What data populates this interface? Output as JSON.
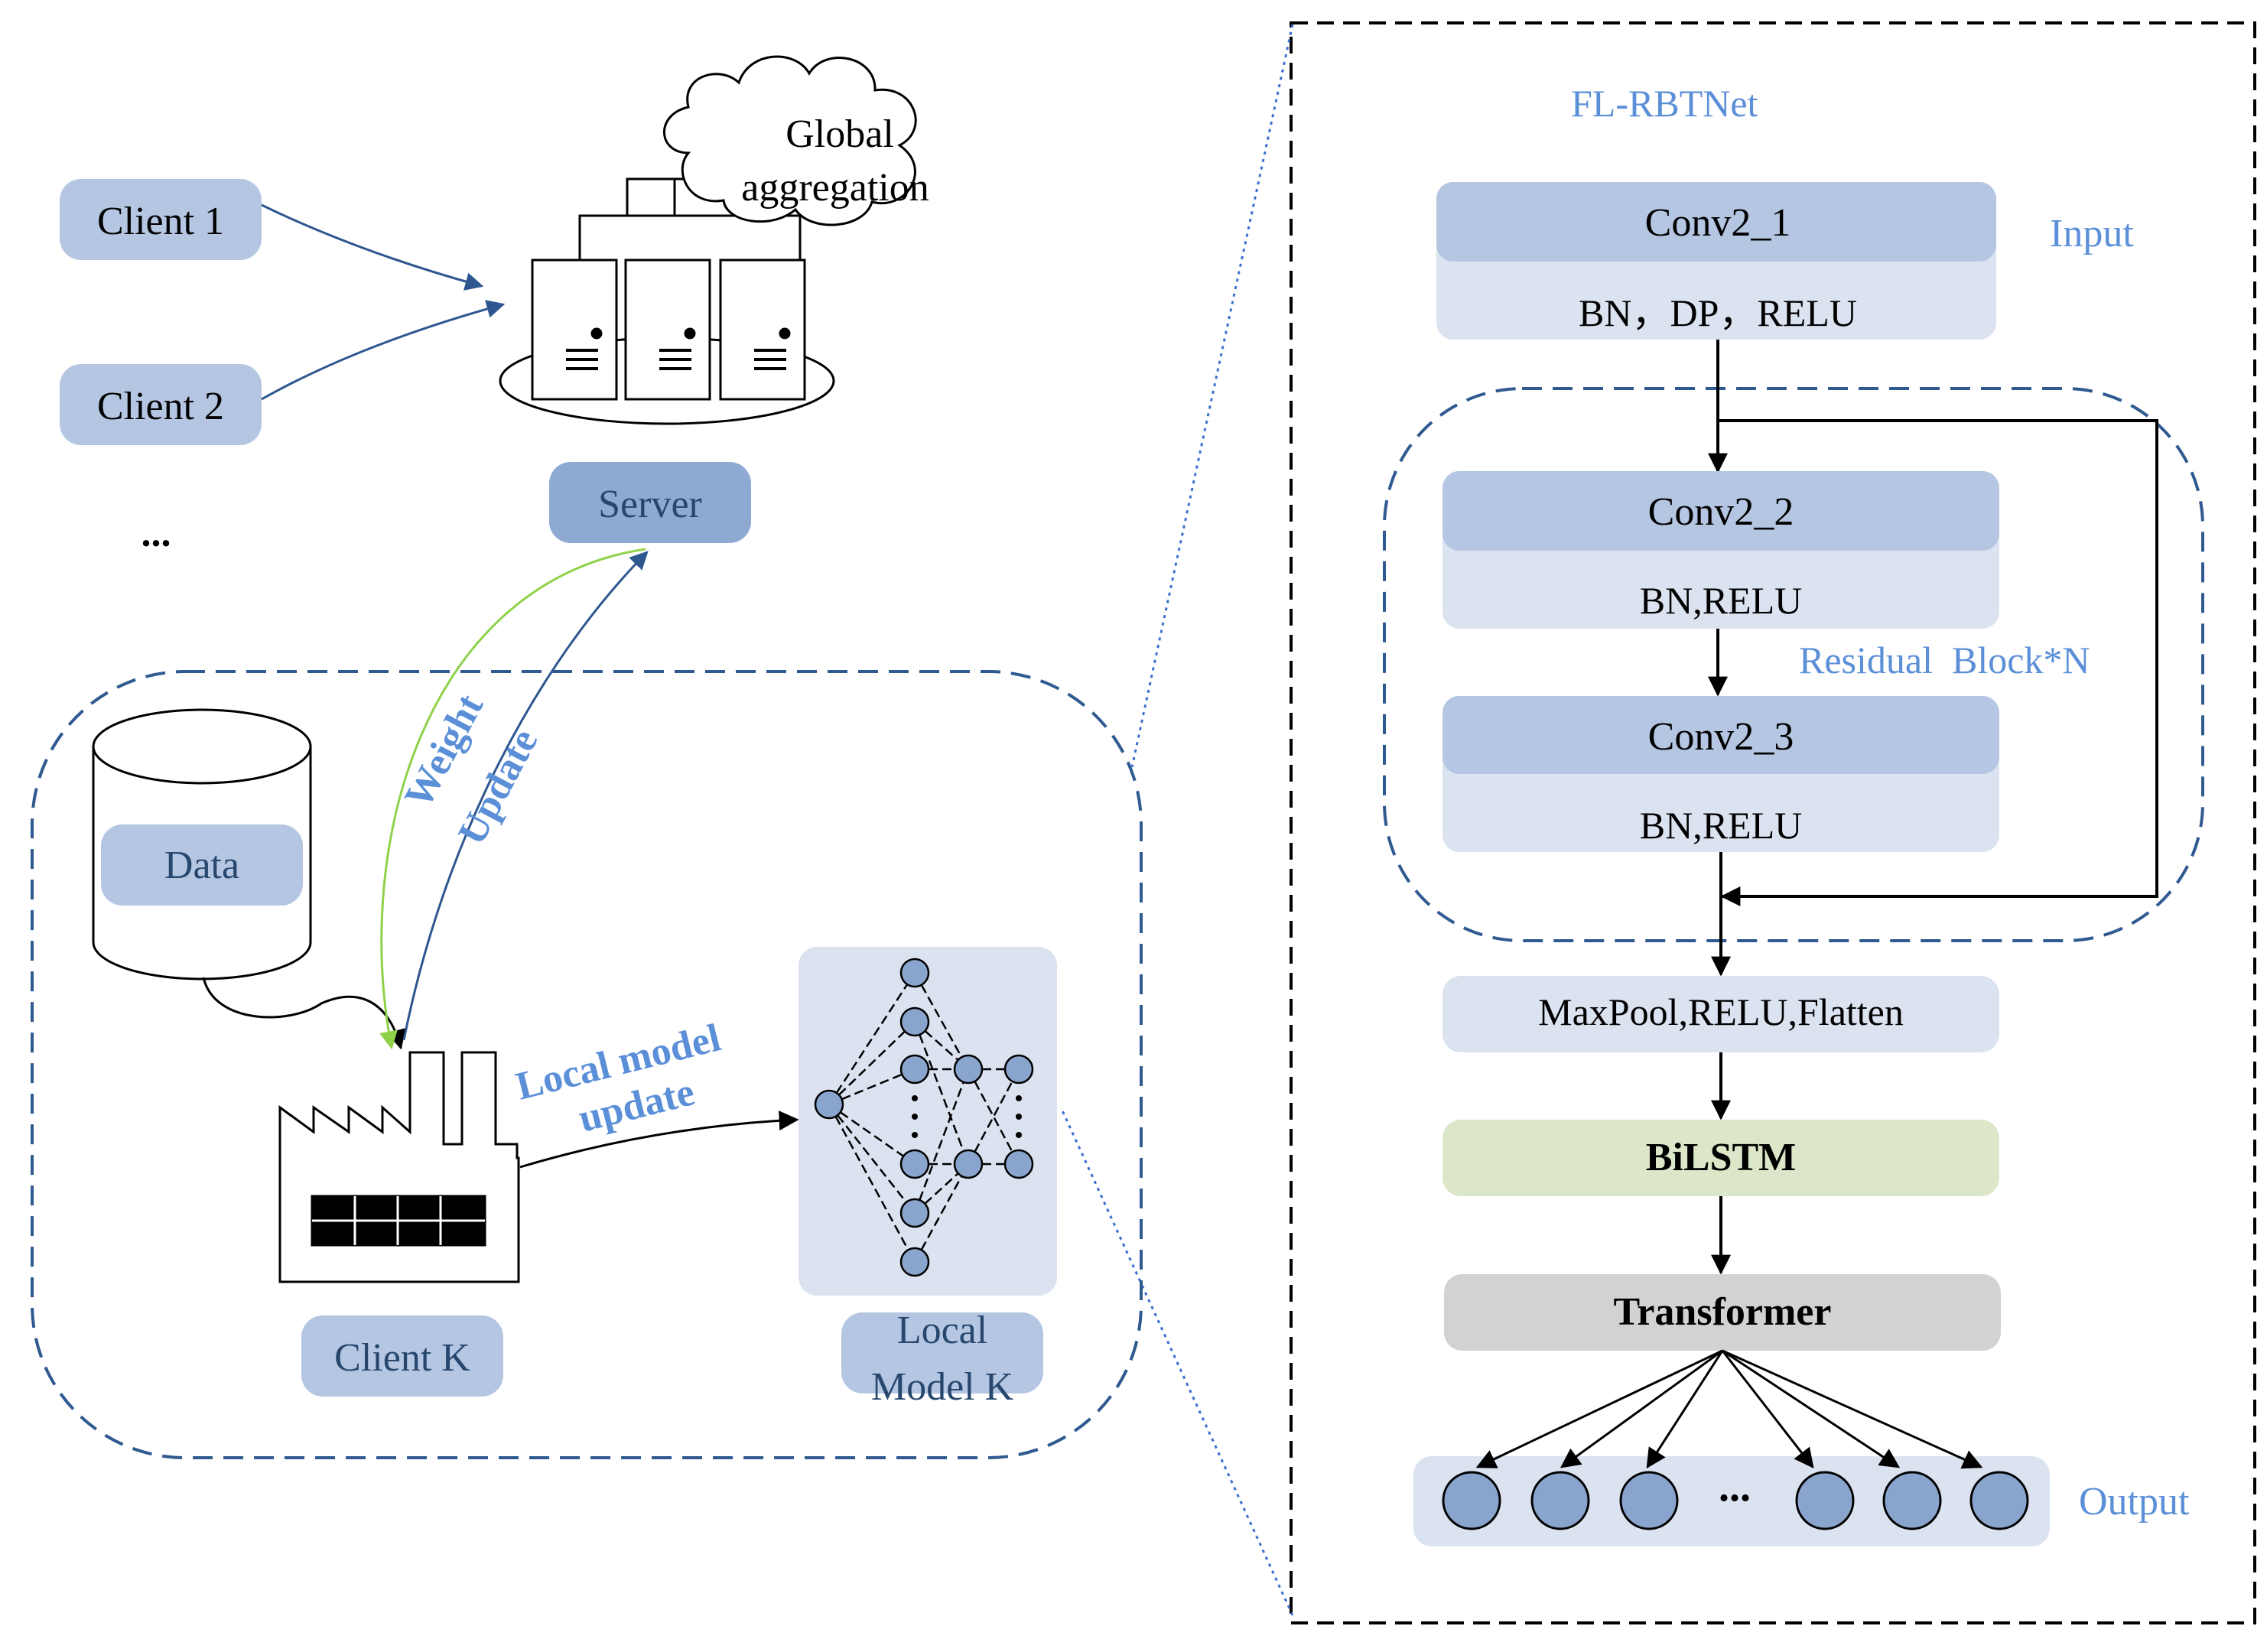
{
  "left": {
    "clients": [
      "Client 1",
      "Client 2"
    ],
    "ellipsis": "...",
    "cloud": {
      "line1": "Global",
      "line2": "aggregation"
    },
    "server_label": "Server",
    "weight_arrow": {
      "line1": "Weight",
      "line2": "Update"
    },
    "data_label": "Data",
    "local_update": {
      "line1": "Local model",
      "line2": "update"
    },
    "client_k": "Client K",
    "local_model": {
      "line1": "Local",
      "line2": "Model K"
    }
  },
  "right": {
    "title": "FL-RBTNet",
    "input_label": "Input",
    "conv1": {
      "title": "Conv2_1",
      "sub": "BN，DP，RELU"
    },
    "residual_label": "Residual  Block*N",
    "conv2": {
      "title": "Conv2_2",
      "sub": "BN,RELU"
    },
    "conv3": {
      "title": "Conv2_3",
      "sub": "BN,RELU"
    },
    "maxpool": "MaxPool,RELU,Flatten",
    "bilstm": "BiLSTM",
    "transformer": "Transformer",
    "output_ellipsis": "...",
    "output_label": "Output"
  },
  "colors": {
    "box_blue": "#b4c6e2",
    "box_light": "#dce3f0",
    "bilstm": "#dbe7c8",
    "transformer": "#d2d2d2",
    "node": "#8aa5cd",
    "dashed": "#2f5a90",
    "arrow_blue": "#2e5790",
    "arrow_green": "#8fd24a",
    "text_blue": "#5b8fd8",
    "text_dark": "#27476e"
  }
}
